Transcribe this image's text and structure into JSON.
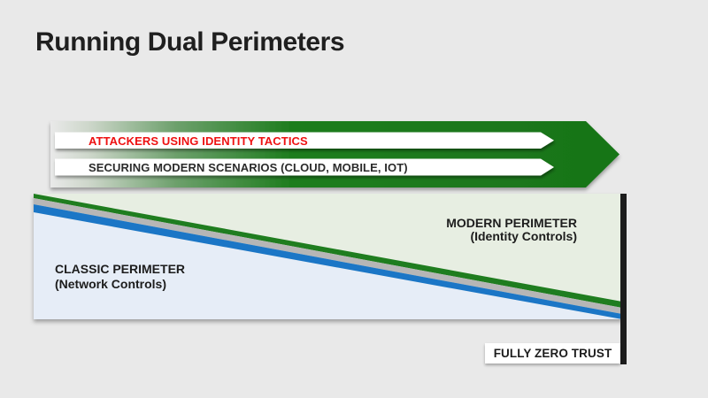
{
  "slide": {
    "title": "Running Dual Perimeters",
    "background": "#e9e9e9"
  },
  "banner": {
    "attackers_label": "ATTACKERS USING IDENTITY TACTICS",
    "securing_label": "SECURING MODERN SCENARIOS (CLOUD, MOBILE, IOT)"
  },
  "perimeters": {
    "modern_title": "MODERN PERIMETER",
    "modern_subtitle": "(Identity Controls)",
    "classic_title": "CLASSIC PERIMETER",
    "classic_subtitle": "(Network Controls)",
    "zero_trust_label": "FULLY ZERO TRUST"
  },
  "colors": {
    "attackers_text": "#ee1111",
    "securing_text": "#2b2b2b",
    "arrow_green_dark": "#1c7a1c",
    "band_green": "#1f7d1f",
    "band_gray": "#b6b6b6",
    "band_blue": "#1b76c6",
    "area_modern": "#e7eee2",
    "area_classic": "#e6edf7",
    "white_bar": "#ffffff",
    "zero_trust_bar": "#1c1c1c",
    "label_text": "#1d1d1d"
  }
}
